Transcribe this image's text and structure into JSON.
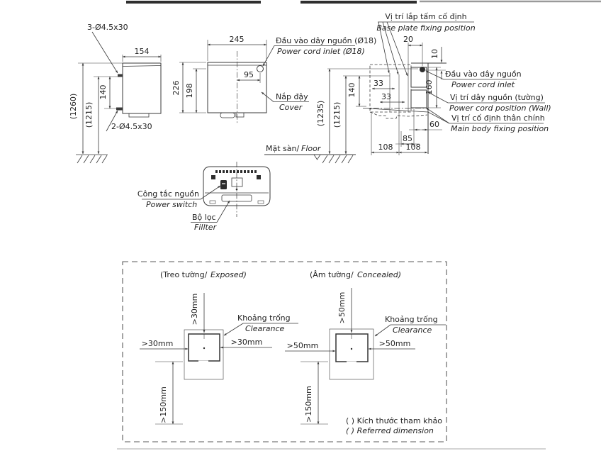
{
  "colors": {
    "line": "#3a3a3a",
    "text": "#232323",
    "background": "#ffffff"
  },
  "side_view": {
    "screws_top": "3-Ø4.5x30",
    "screws_bottom": "2-Ø4.5x30",
    "dim_width": "154",
    "dim_screw_spacing": "140",
    "dim_height_total": "(1260)",
    "dim_height_screw": "(1215)"
  },
  "front_view": {
    "dim_width": "245",
    "dim_height": "226",
    "dim_cover_height": "198",
    "dim_inlet_offset": "95",
    "inlet_vi": "Đầu vào dây nguồn (Ø18)",
    "inlet_en": "Power cord inlet (Ø18)",
    "cover_vi": "Nắp đậy",
    "cover_en": "Cover"
  },
  "section_view": {
    "base_plate_vi": "Vị trí lắp tấm cố định",
    "base_plate_en": "Base plate fixing position",
    "dim_20": "20",
    "dim_10": "10",
    "dim_33_upper": "33",
    "dim_33_lower": "33",
    "dim_140": "140",
    "dim_160": "160",
    "dim_60": "60",
    "dim_85": "85",
    "dim_108_left": "108",
    "dim_108_right": "108",
    "dim_height_inlet": "(1235)",
    "dim_height_screw": "(1215)",
    "inlet_vi": "Đầu vào dây nguồn",
    "inlet_en": "Power cord inlet",
    "cord_wall_vi": "Vị trí dây nguồn (tường)",
    "cord_wall_en": "Power cord position (Wall)",
    "main_body_vi": "Vị trí cố định thân chính",
    "main_body_en": "Main body fixing position"
  },
  "floor": {
    "label_vi": "Mặt sàn/",
    "label_en": "Floor"
  },
  "bottom_view": {
    "power_switch_vi": "Công tắc nguồn",
    "power_switch_en": "Power switch",
    "filter_vi": "Bộ lọc",
    "filter_en": "Fillter"
  },
  "clearance": {
    "exposed": {
      "title_vi": "(Treo tường/",
      "title_en": "Exposed)",
      "top": ">30mm",
      "left": ">30mm",
      "right": ">30mm",
      "bottom": ">150mm",
      "clearance_vi": "Khoảng trống",
      "clearance_en": "Clearance"
    },
    "concealed": {
      "title_vi": "(Âm tường/",
      "title_en": "Concealed)",
      "top": ">50mm",
      "left": ">50mm",
      "right": ">50mm",
      "bottom": ">150mm",
      "clearance_vi": "Khoảng trống",
      "clearance_en": "Clearance"
    },
    "note_vi": "( ) Kích thước tham khảo",
    "note_en": "( ) Referred dimension"
  }
}
